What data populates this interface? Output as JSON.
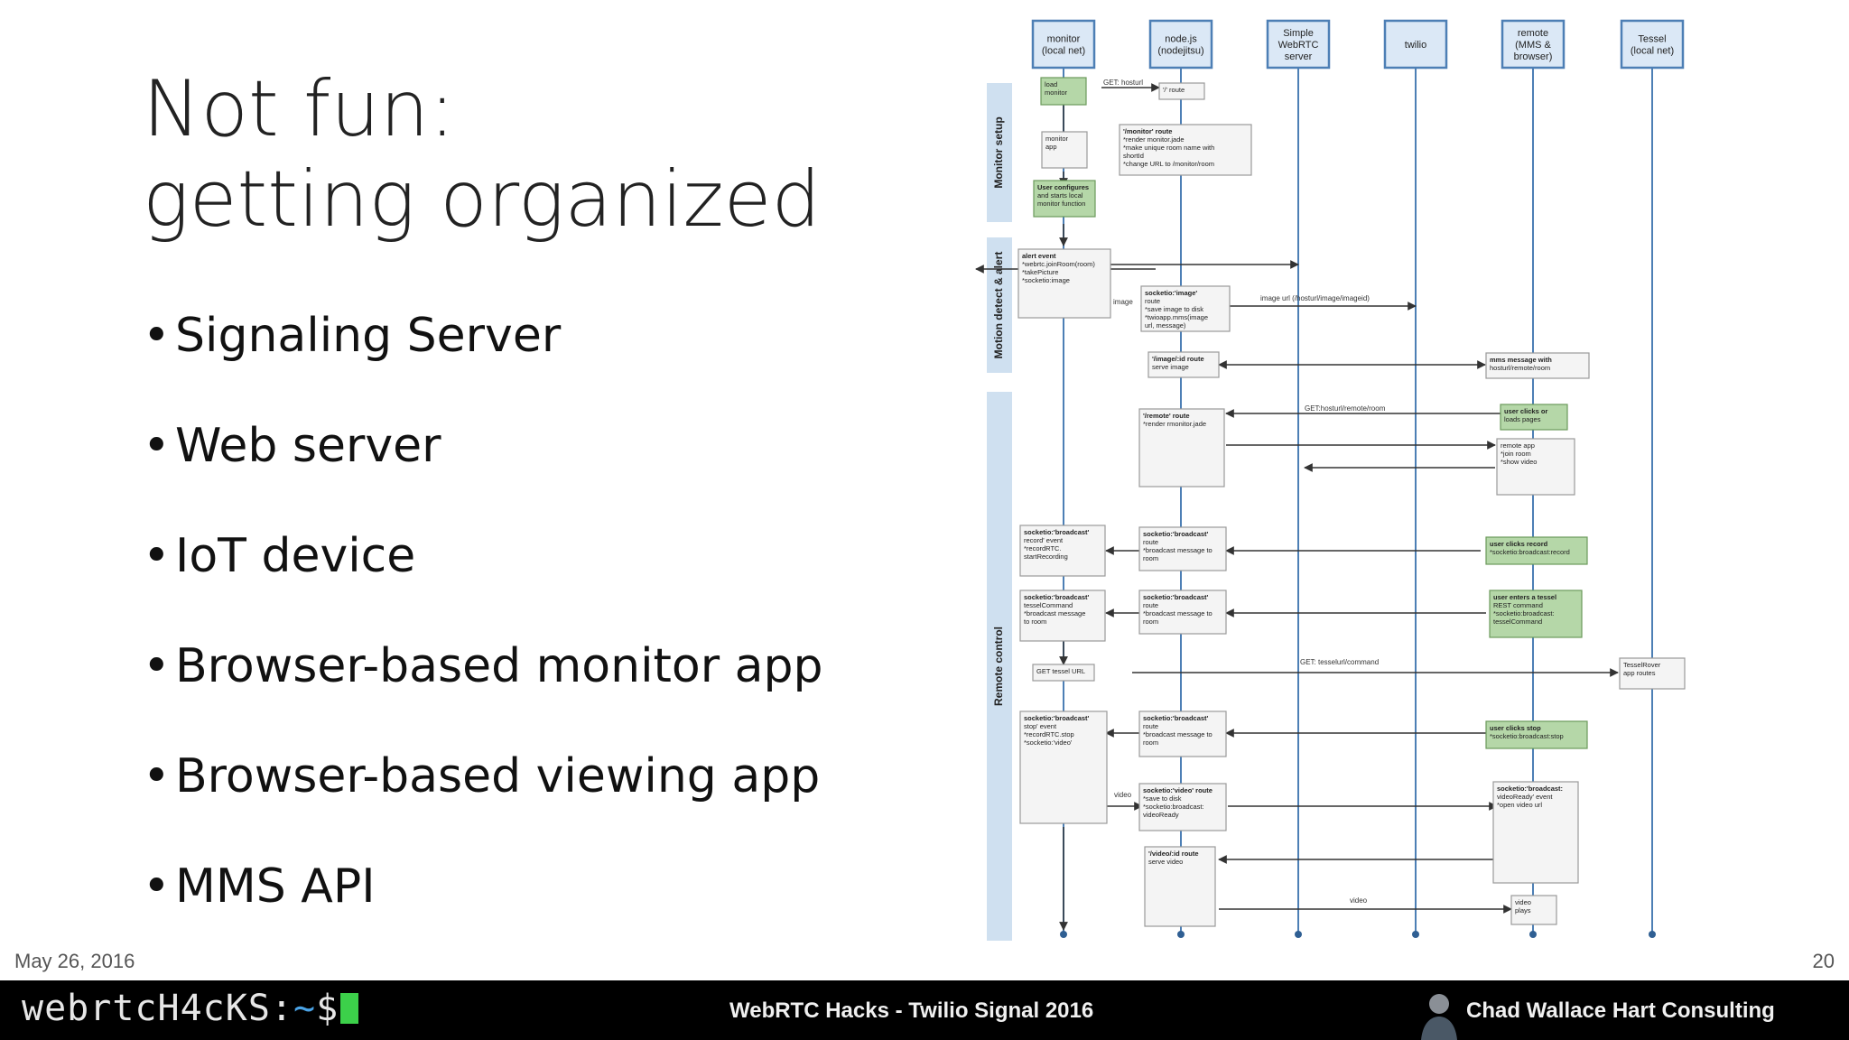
{
  "slide": {
    "title_line1": "Not fun:",
    "title_line2": "getting organized",
    "bullets": [
      "Signaling Server",
      "Web server",
      "IoT device",
      "Browser-based monitor app",
      "Browser-based viewing app",
      "MMS API"
    ],
    "date": "May 26, 2016",
    "page_number": "20"
  },
  "footer": {
    "brand_main": "webrtcH4cKS:",
    "brand_tilde": "~",
    "brand_dollar": "$",
    "event": "WebRTC Hacks - Twilio Signal 2016",
    "author": "Chad Wallace Hart Consulting"
  },
  "diagram": {
    "participants": [
      [
        "monitor",
        "(local net)"
      ],
      [
        "node.js",
        "(nodejitsu)"
      ],
      [
        "Simple",
        "WebRTC",
        "server"
      ],
      [
        "twilio"
      ],
      [
        "remote",
        "(MMS &",
        "browser)"
      ],
      [
        "Tessel",
        "(local net)"
      ]
    ],
    "phases": [
      "Monitor setup",
      "Motion detect & alert",
      "Remote control"
    ],
    "messages": [
      "GET: hosturl",
      "image",
      "image url (/hosturl/image/imageid)",
      "GET:hosturl/remote/room",
      "GET: tesselurl/command",
      "video",
      "video"
    ],
    "notes": [
      [
        "load",
        "monitor"
      ],
      [
        "'/' route"
      ],
      [
        "'/monitor' route",
        "*render monitor.jade",
        "*make unique room name with",
        "shortId",
        "*change URL to /monitor/room"
      ],
      [
        "monitor",
        "app"
      ],
      [
        "User configures",
        "and starts local",
        "monitor function"
      ],
      [
        "alert event",
        "*webrtc.joinRoom(room)",
        "*takePicture",
        "*socketio:image"
      ],
      [
        "socketio:'image'",
        "route",
        "*save image to disk",
        "*twioapp.mms(image",
        "url, message)"
      ],
      [
        "'/image/:id route",
        "serve image"
      ],
      [
        "mms message with",
        "hosturl/remote/room"
      ],
      [
        "user clicks or",
        "loads pages"
      ],
      [
        "'/remote' route",
        "*render rmonitor.jade"
      ],
      [
        "remote app",
        "*join room",
        "*show video"
      ],
      [
        "socketio:'broadcast'",
        "record' event",
        "*recordRTC.",
        "startRecording"
      ],
      [
        "socketio:'broadcast'",
        "route",
        "*broadcast message to",
        "room"
      ],
      [
        "user clicks record",
        "*socketio:broadcast:record"
      ],
      [
        "socketio:'broadcast'",
        "tesselCommand",
        "*broadcast message",
        "to room"
      ],
      [
        "socketio:'broadcast'",
        "route",
        "*broadcast message to",
        "room"
      ],
      [
        "user enters a tessel",
        "REST command",
        "*socketio:broadcast:",
        "tesselCommand"
      ],
      [
        "GET tessel URL"
      ],
      [
        "TesselRover",
        "app routes"
      ],
      [
        "socketio:'broadcast'",
        "stop' event",
        "*recordRTC.stop",
        "*socketio:'video'"
      ],
      [
        "socketio:'broadcast'",
        "route",
        "*broadcast message to",
        "room"
      ],
      [
        "user clicks stop",
        "*socketio:broadcast:stop"
      ],
      [
        "socketio:'video' route",
        "*save to disk",
        "*socketio:broadcast:",
        "videoReady"
      ],
      [
        "socketio:'broadcast:",
        "videoReady' event",
        "*open video url"
      ],
      [
        "'/video/:id route",
        "serve video"
      ],
      [
        "video",
        "plays"
      ]
    ]
  }
}
